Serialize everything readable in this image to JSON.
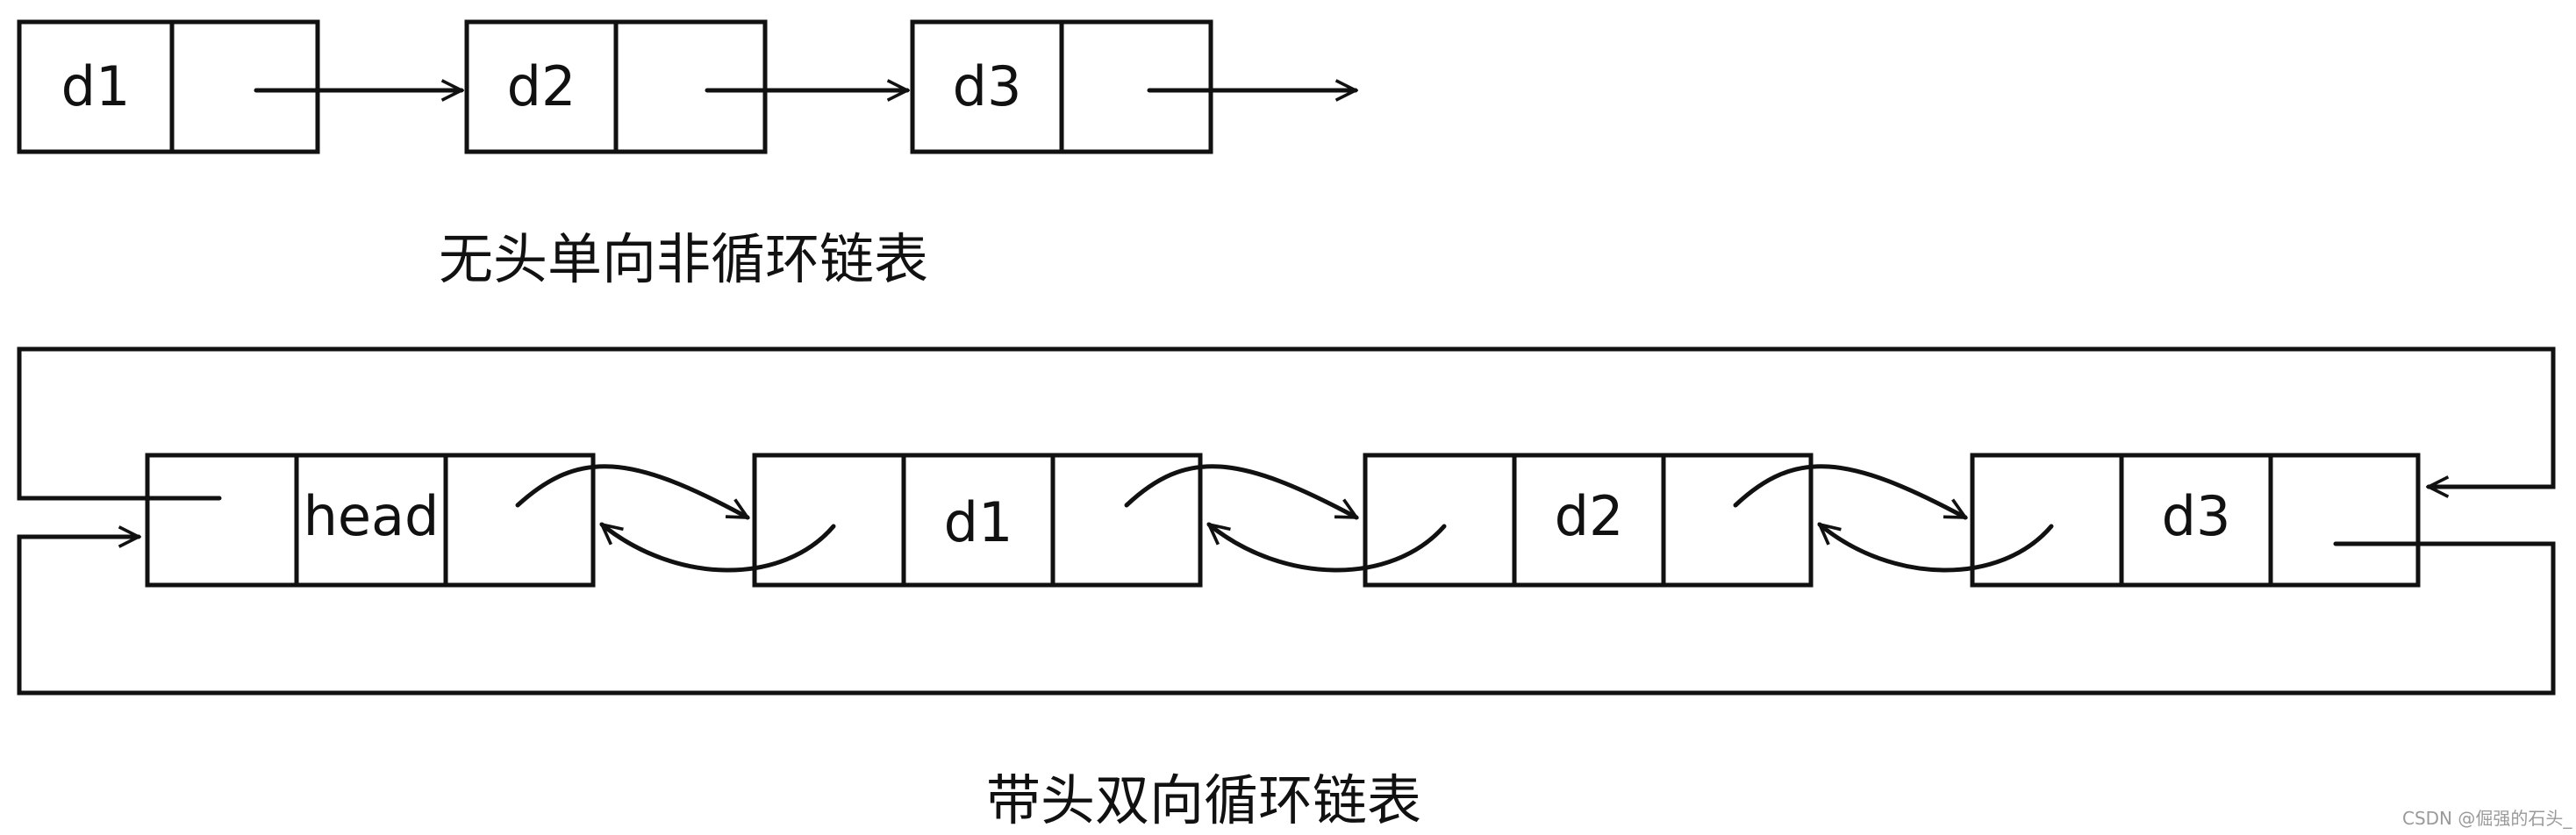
{
  "singly_list": {
    "nodes": [
      {
        "label": "d1"
      },
      {
        "label": "d2"
      },
      {
        "label": "d3"
      }
    ],
    "caption": "无头单向非循环链表"
  },
  "doubly_list": {
    "nodes": [
      {
        "label": "head"
      },
      {
        "label": "d1"
      },
      {
        "label": "d2"
      },
      {
        "label": "d3"
      }
    ],
    "caption": "带头双向循环链表"
  },
  "watermark": "CSDN @倔强的石头_"
}
